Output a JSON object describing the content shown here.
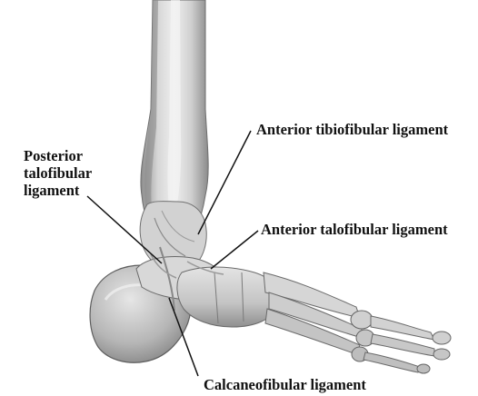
{
  "labels": {
    "anterior_tibiofibular": "Anterior tibiofibular ligament",
    "posterior_talofibular": [
      "Posterior",
      "talofibular",
      "ligament"
    ],
    "anterior_talofibular": "Anterior talofibular ligament",
    "calcaneofibular": "Calcaneofibular ligament"
  },
  "colors": {
    "bone_light": "#e8e8e8",
    "bone_mid": "#bdbdbd",
    "bone_dark": "#7a7a7a",
    "leader_line": "#111111",
    "text": "#111111"
  }
}
